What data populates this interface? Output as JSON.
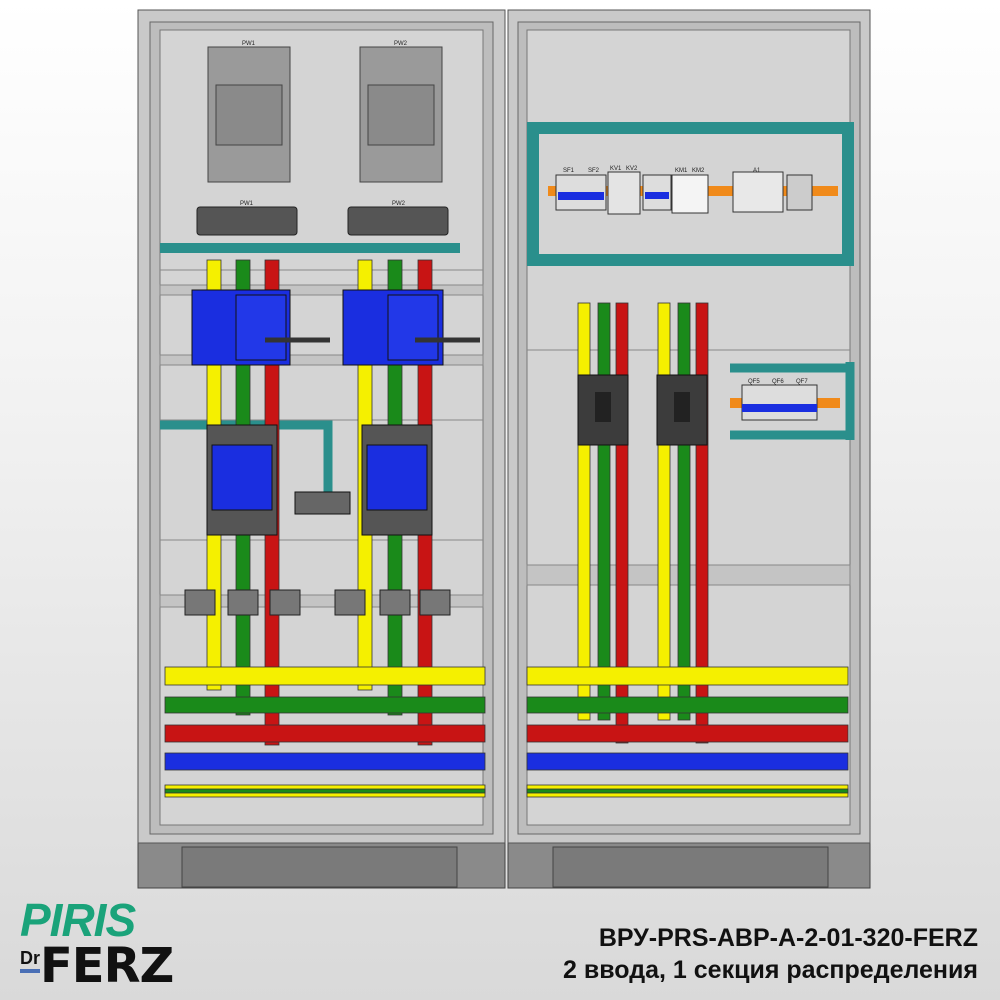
{
  "drawing": {
    "left_cabinet": {
      "meters": [
        "PW1",
        "PW2"
      ],
      "meter_caps": [
        "PW1",
        "PW2"
      ]
    },
    "right_cabinet": {
      "din_rail_top": [
        "SF1",
        "SF2",
        "KV1",
        "KV2",
        "KM1",
        "KM2",
        "A1"
      ],
      "din_rail_lower": [
        "QF5",
        "QF6",
        "QF7"
      ]
    },
    "phase_colors": {
      "L1": "#f5f000",
      "L2": "#1a8a1a",
      "L3": "#c81414",
      "N": "#1a2ee0",
      "PE": "#f5f000"
    },
    "accent_teal": "#2a8f8c"
  },
  "branding": {
    "logo_top": "PIRIS",
    "logo_bottom_prefix": "Dr",
    "logo_bottom": "FERZ"
  },
  "caption": {
    "model": "ВРУ-PRS-ABP-A-2-01-320-FERZ",
    "description": "2 ввода, 1 секция распределения"
  }
}
